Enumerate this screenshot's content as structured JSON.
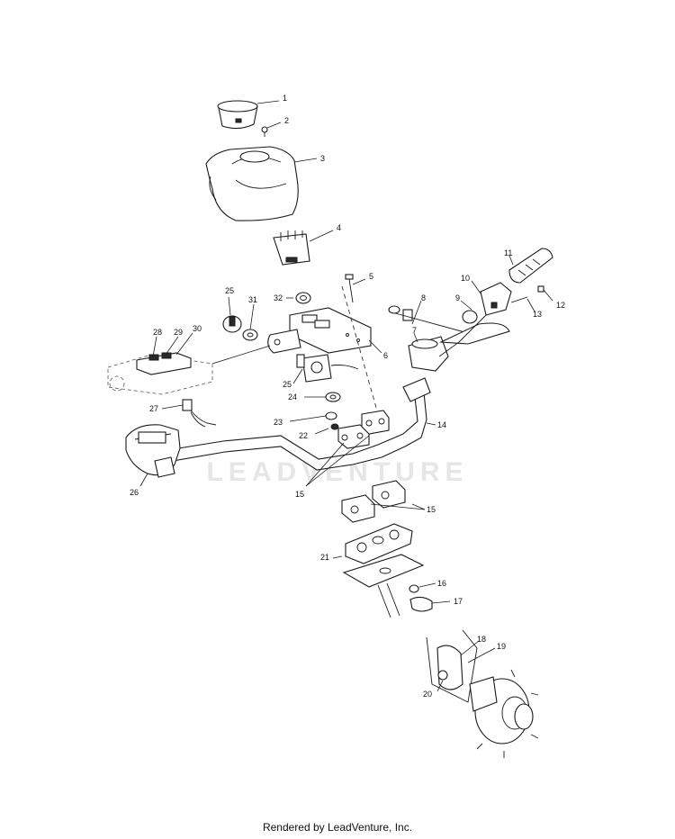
{
  "watermark": "LEADVENTURE",
  "footer": "Rendered by LeadVenture, Inc.",
  "callouts": {
    "c1": "1",
    "c2": "2",
    "c3": "3",
    "c4": "4",
    "c5": "5",
    "c6": "6",
    "c7": "7",
    "c8": "8",
    "c9": "9",
    "c10": "10",
    "c11": "11",
    "c12": "12",
    "c13": "13",
    "c14": "14",
    "c15a": "15",
    "c15b": "15",
    "c16": "16",
    "c17": "17",
    "c18": "18",
    "c19": "19",
    "c20": "20",
    "c21": "21",
    "c22": "22",
    "c23": "23",
    "c24": "24",
    "c25a": "25",
    "c25b": "25",
    "c26": "26",
    "c27": "27",
    "c28": "28",
    "c29": "29",
    "c30": "30",
    "c31": "31",
    "c32": "32"
  }
}
